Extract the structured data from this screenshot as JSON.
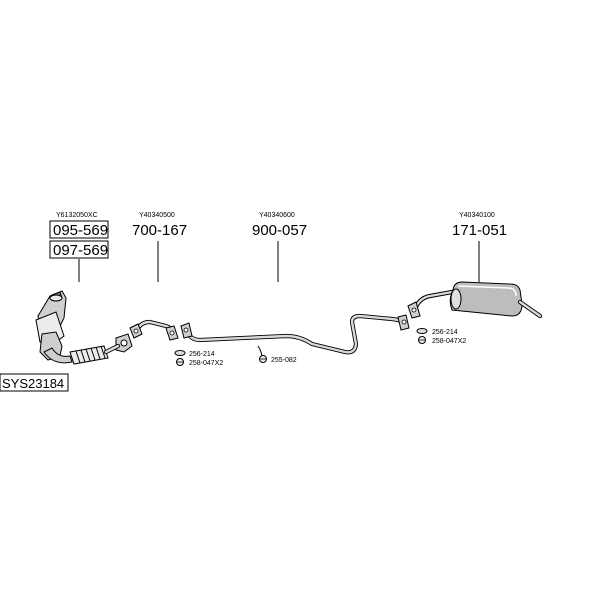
{
  "groups": {
    "catalyst": {
      "oem": "Y6132050XC",
      "parts": [
        "095-569",
        "097-569"
      ]
    },
    "front_pipe": {
      "oem": "Y40340500",
      "part": "700-167",
      "accessories": [
        "256-214",
        "258-047X2"
      ]
    },
    "middle_pipe": {
      "oem": "Y40340600",
      "part": "900-057",
      "accessories": [
        "255-082"
      ]
    },
    "rear_silencer": {
      "oem": "Y40340100",
      "part": "171-051",
      "accessories": [
        "256-214",
        "258-047X2"
      ]
    }
  },
  "system_code": "SYS23184"
}
